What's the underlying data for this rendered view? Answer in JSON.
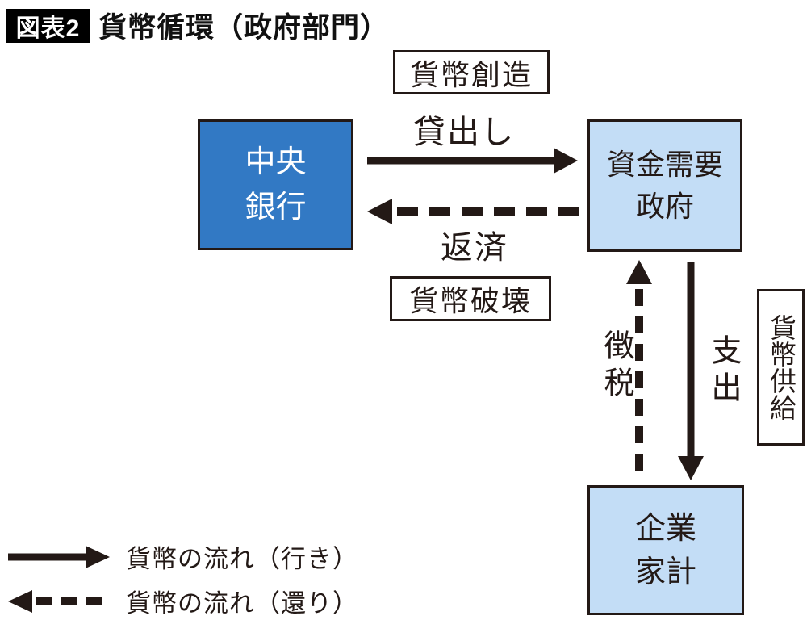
{
  "header": {
    "badge": "図表2",
    "title": "貨幣循環（政府部門）"
  },
  "nodes": {
    "central_bank": {
      "lines": [
        "中央",
        "銀行"
      ]
    },
    "government": {
      "lines": [
        "資金需要",
        "政府"
      ]
    },
    "firms_households": {
      "lines": [
        "企業",
        "家計"
      ]
    }
  },
  "labels": {
    "money_creation": "貨幣創造",
    "money_destruction": "貨幣破壊",
    "money_supply": "貨幣供給",
    "lending": "貸出し",
    "repayment": "返済",
    "taxation": "徴税",
    "spending": "支出"
  },
  "flows": [
    {
      "from": "central_bank",
      "to": "government",
      "style": "solid",
      "label": "貸出し",
      "annotation": "貨幣創造"
    },
    {
      "from": "government",
      "to": "central_bank",
      "style": "dashed",
      "label": "返済",
      "annotation": "貨幣破壊"
    },
    {
      "from": "government",
      "to": "firms_households",
      "style": "solid",
      "label": "支出",
      "annotation": "貨幣供給"
    },
    {
      "from": "firms_households",
      "to": "government",
      "style": "dashed",
      "label": "徴税"
    }
  ],
  "legend": {
    "rows": [
      {
        "arrow": "solid-right",
        "label": "貨幣の流れ（行き）"
      },
      {
        "arrow": "dashed-left",
        "label": "貨幣の流れ（還り）"
      }
    ]
  },
  "colors": {
    "ink": "#231916",
    "central_bank_bg": "#3279c4",
    "light_box_bg": "#c3ddf6",
    "badge_bg": "#000000",
    "badge_text": "#ffffff",
    "background": "#ffffff"
  }
}
